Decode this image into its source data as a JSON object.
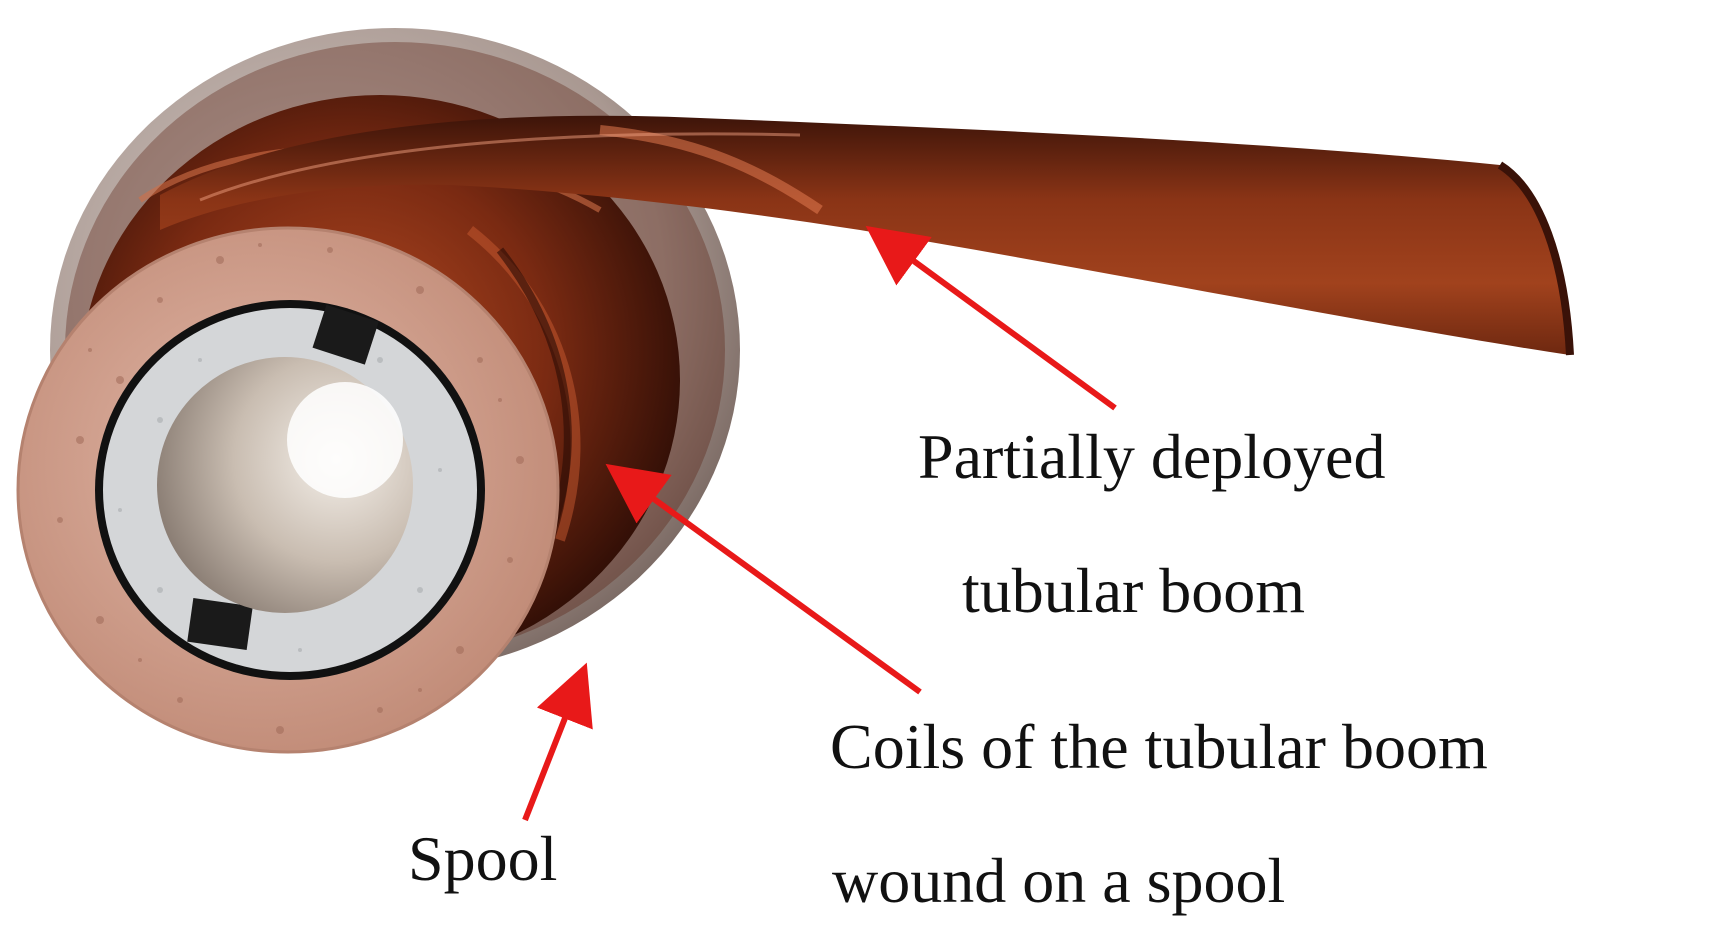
{
  "labels": {
    "boom_line1": "Partially deployed",
    "boom_line2": "tubular boom",
    "coils_line1": "Coils of the tubular boom",
    "coils_line2": "wound on a spool",
    "spool": "Spool"
  },
  "colors": {
    "arrow": "#e81919",
    "boom": "#8a3416",
    "boom_dark": "#4a1a0c",
    "boom_light": "#c7633d",
    "spool_rim": "#cfa08f",
    "spool_flange": "#b9a8a2",
    "inner_ring": "#d4d6d8",
    "bore": "#c8bdb2",
    "text": "#111111"
  }
}
